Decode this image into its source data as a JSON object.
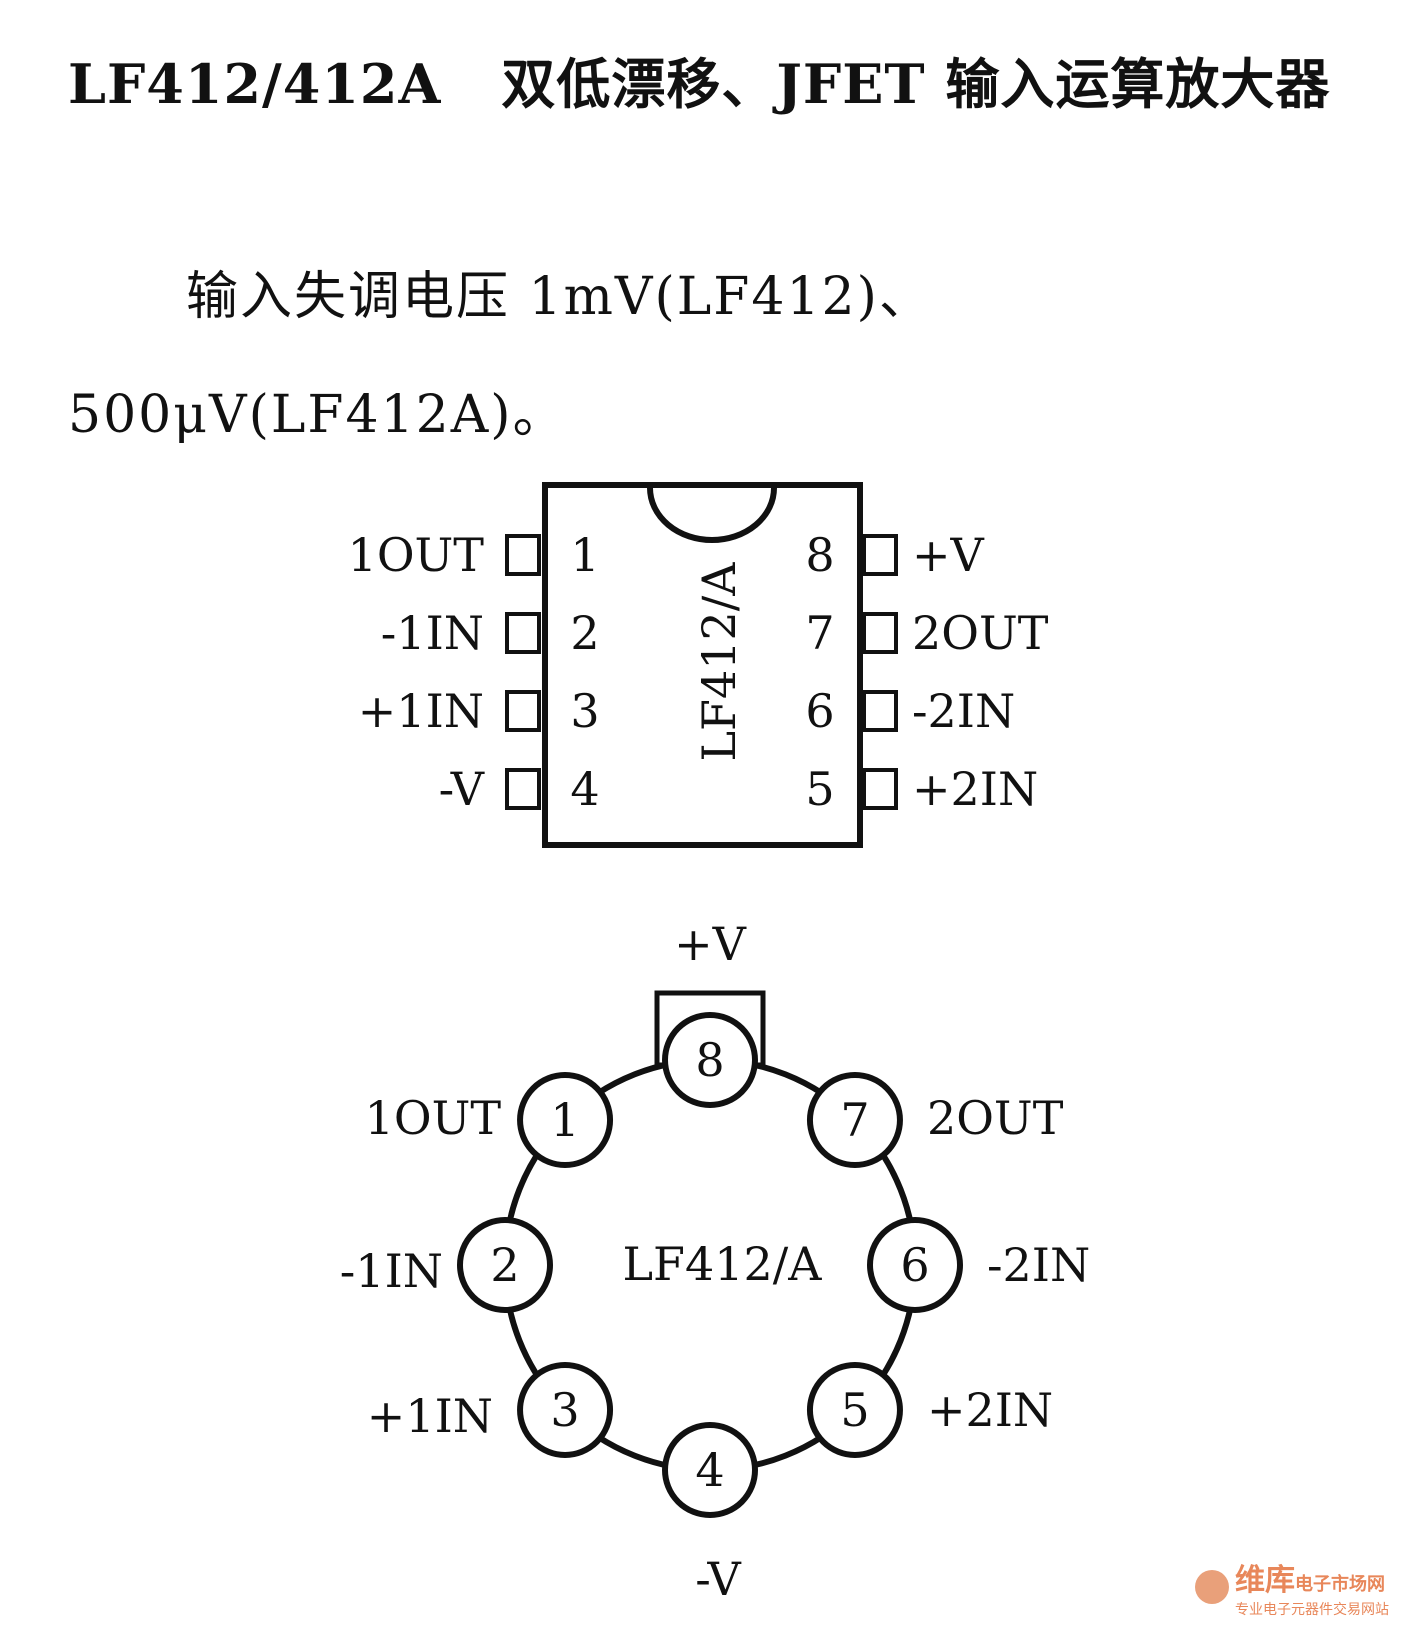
{
  "header": {
    "part_number": "LF412/412A",
    "title_cn": "双低漂移、JFET 输入运算放大器"
  },
  "body_text": "输入失调电压 1mV(LF412)、500μV(LF412A)。",
  "dip_package": {
    "chip_label": "LF412/A",
    "left_pins": [
      {
        "num": "1",
        "name": "1OUT"
      },
      {
        "num": "2",
        "name": "-1IN"
      },
      {
        "num": "3",
        "name": "+1IN"
      },
      {
        "num": "4",
        "name": "-V"
      }
    ],
    "right_pins": [
      {
        "num": "8",
        "name": "+V"
      },
      {
        "num": "7",
        "name": "2OUT"
      },
      {
        "num": "6",
        "name": "-2IN"
      },
      {
        "num": "5",
        "name": "+2IN"
      }
    ]
  },
  "can_package": {
    "chip_label": "LF412/A",
    "pins": [
      {
        "num": "8",
        "name": "+V"
      },
      {
        "num": "7",
        "name": "2OUT"
      },
      {
        "num": "6",
        "name": "-2IN"
      },
      {
        "num": "5",
        "name": "+2IN"
      },
      {
        "num": "4",
        "name": "-V"
      },
      {
        "num": "3",
        "name": "+1IN"
      },
      {
        "num": "2",
        "name": "-1IN"
      },
      {
        "num": "1",
        "name": "1OUT"
      }
    ]
  },
  "watermark": {
    "brand": "维库",
    "site": "电子市场网",
    "tagline": "专业电子元器件交易网站"
  }
}
